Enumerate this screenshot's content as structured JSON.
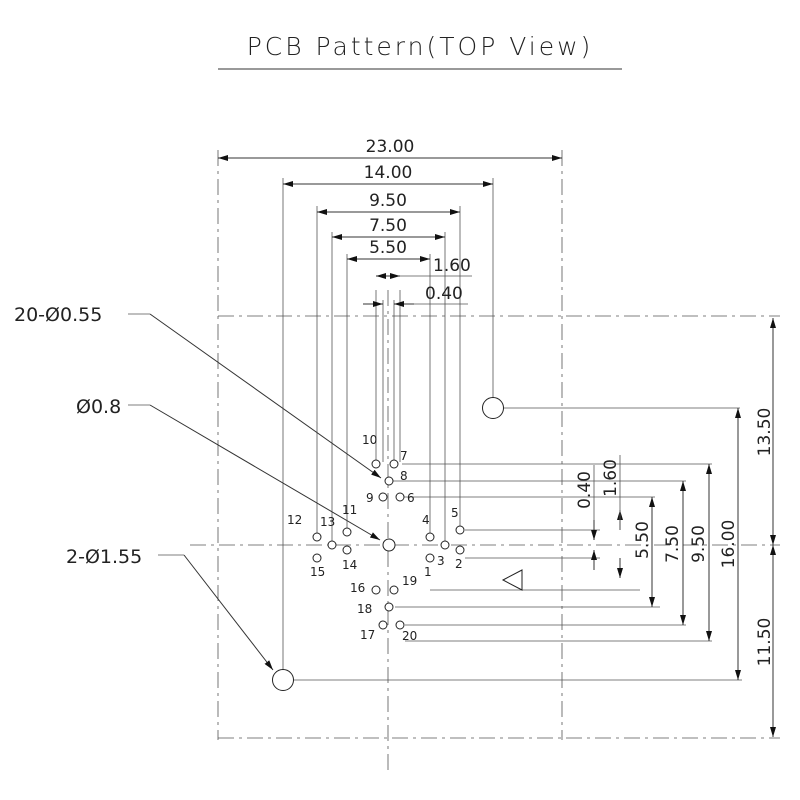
{
  "title": "PCB Pattern(TOP View)",
  "dimensions": {
    "horizontal": [
      "23.00",
      "14.00",
      "9.50",
      "7.50",
      "5.50",
      "1.60",
      "0.40"
    ],
    "vertical": [
      "13.50",
      "11.50",
      "16.00",
      "9.50",
      "7.50",
      "5.50",
      "1.60",
      "0.40"
    ]
  },
  "callouts": {
    "small_holes": "20-Ø0.55",
    "center_hole": "Ø0.8",
    "large_holes": "2-Ø1.55"
  },
  "pins": [
    "1",
    "2",
    "3",
    "4",
    "5",
    "6",
    "7",
    "8",
    "9",
    "10",
    "11",
    "12",
    "13",
    "14",
    "15",
    "16",
    "17",
    "18",
    "19",
    "20"
  ],
  "orientation_mark": "triangle"
}
